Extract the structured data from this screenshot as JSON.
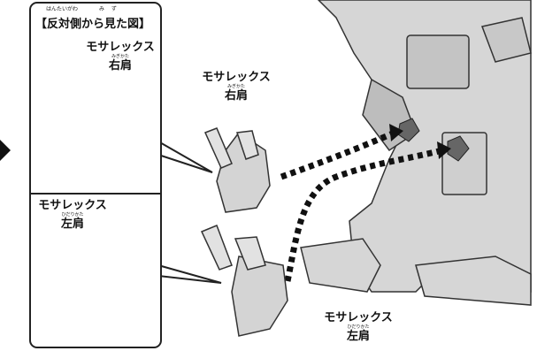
{
  "panel": {
    "ruby": "はんたいがわ　　　　み　 ず",
    "title": "【反対側から見た図】",
    "top_label": {
      "ruby": "みぎかた",
      "name": "モサレックス",
      "part": "右肩"
    },
    "bottom_label": {
      "ruby": "ひだりかた",
      "name": "モサレックス",
      "part": "左肩"
    }
  },
  "callouts": {
    "right_shoulder": {
      "ruby": "みぎかた",
      "name": "モサレックス",
      "part": "右肩"
    },
    "left_shoulder": {
      "ruby": "ひだりかた",
      "name": "モサレックス",
      "part": "左肩"
    }
  }
}
